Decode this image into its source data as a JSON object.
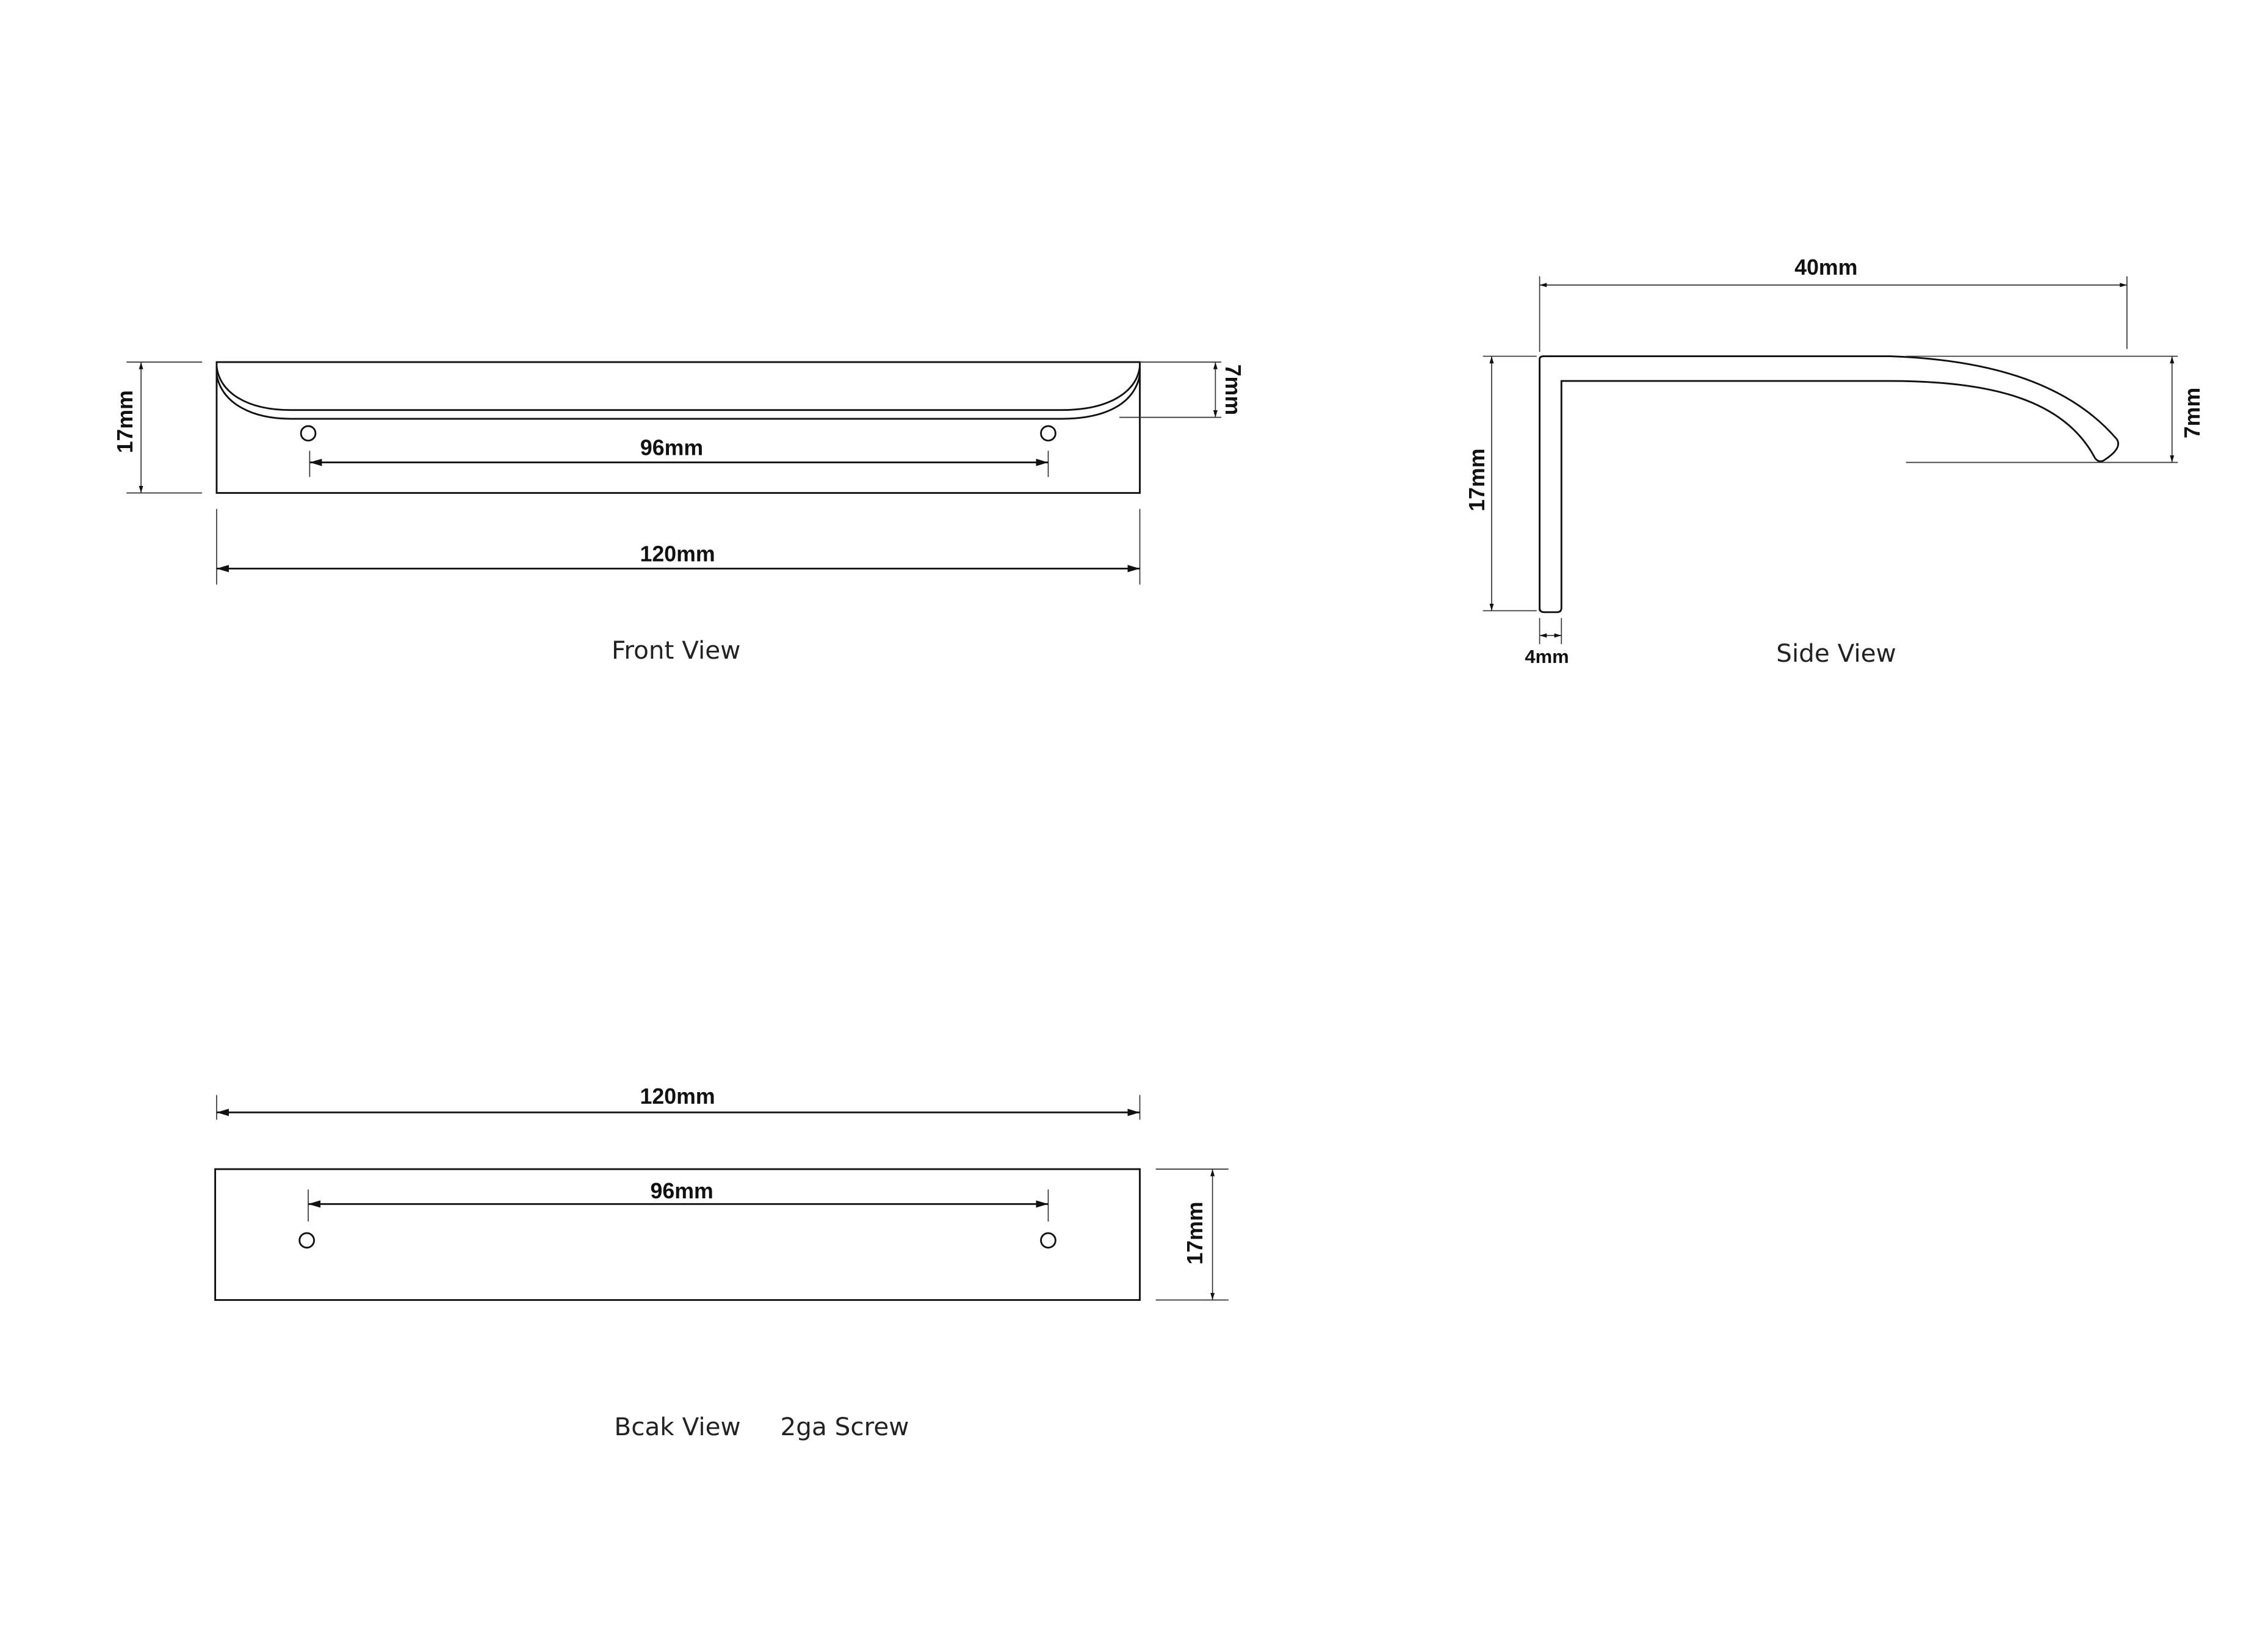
{
  "front_view": {
    "label": "Front View",
    "height_dim": "17mm",
    "grip_dim": "7mm",
    "hole_spacing_dim": "96mm",
    "length_dim": "120mm"
  },
  "side_view": {
    "label": "Side View",
    "depth_dim": "40mm",
    "height_dim": "17mm",
    "grip_dim": "7mm",
    "thickness_dim": "4mm"
  },
  "back_view": {
    "label": "Bcak View",
    "screw_note": "2ga Screw",
    "length_dim": "120mm",
    "hole_spacing_dim": "96mm",
    "height_dim": "17mm"
  }
}
